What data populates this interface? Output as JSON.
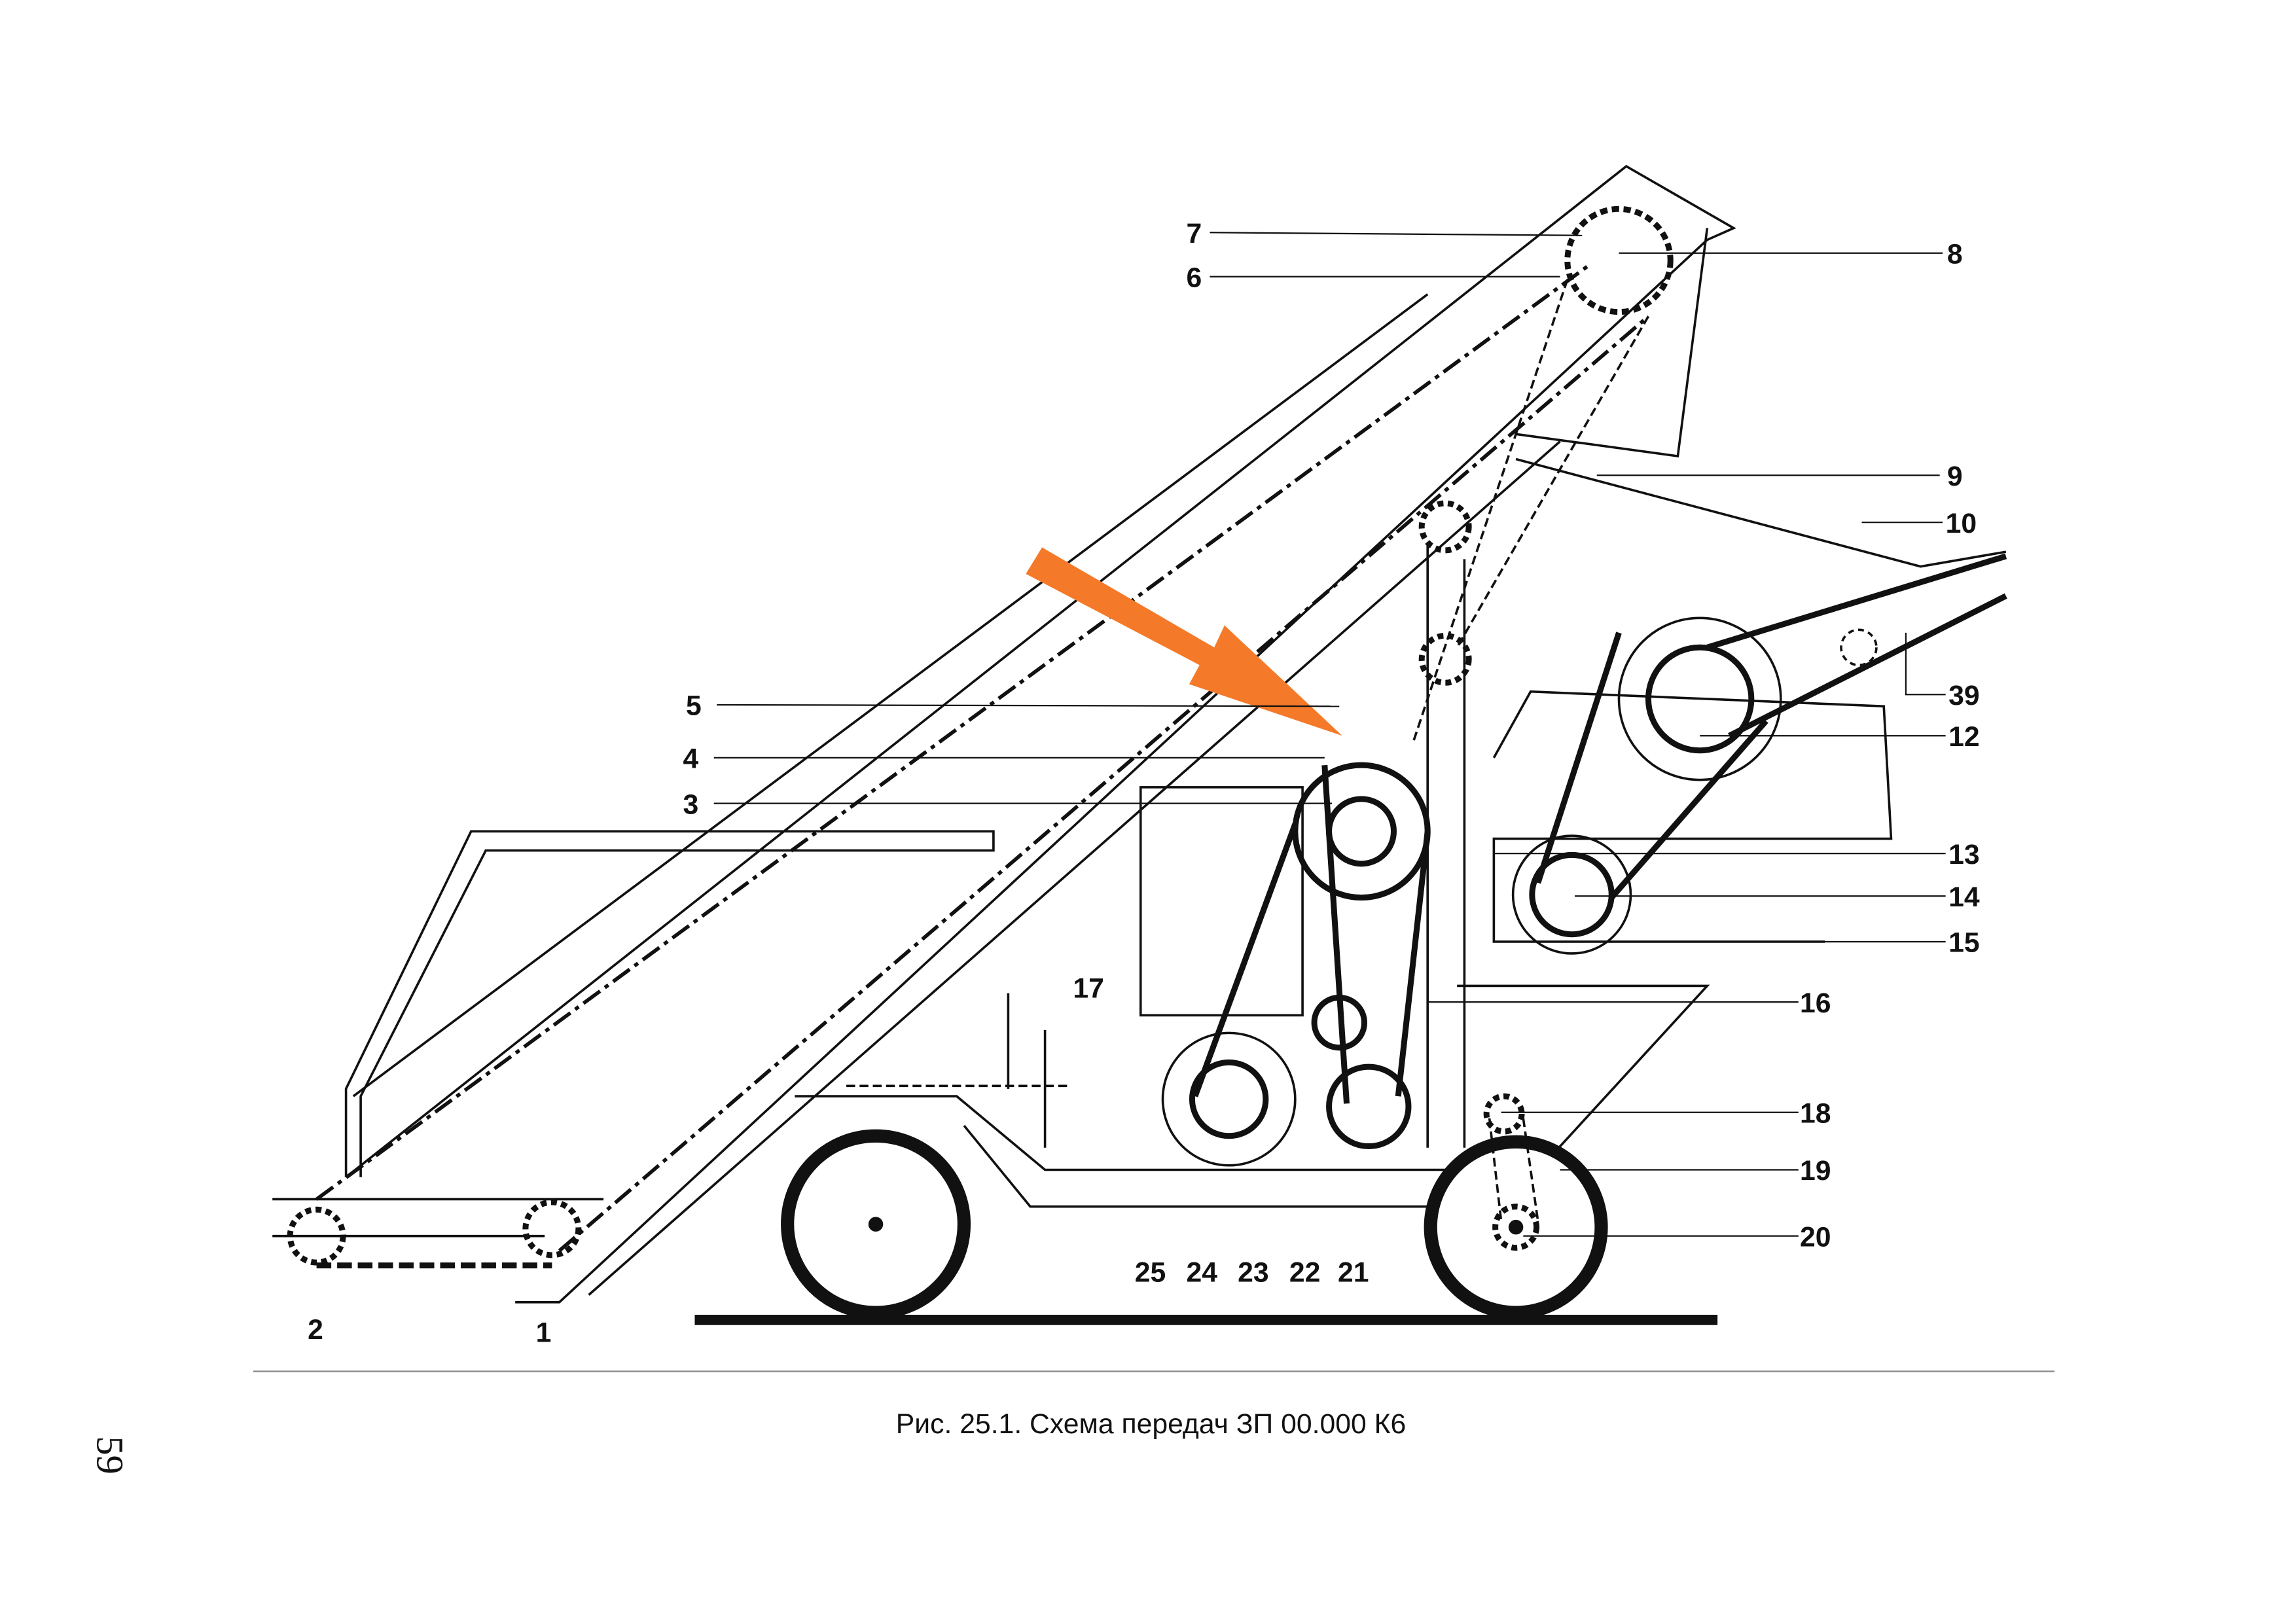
{
  "figure": {
    "caption": "Рис. 25.1. Схема передач ЗП 00.000 К6",
    "page_number": "59",
    "labels": {
      "l1": "1",
      "l2": "2",
      "l3": "3",
      "l4": "4",
      "l5": "5",
      "l6": "6",
      "l7": "7",
      "l8": "8",
      "l9": "9",
      "l10": "10",
      "l12": "12",
      "l13": "13",
      "l14": "14",
      "l15": "15",
      "l16": "16",
      "l17": "17",
      "l18": "18",
      "l19": "19",
      "l20": "20",
      "l21": "21",
      "l22": "22",
      "l23": "23",
      "l24": "24",
      "l25": "25",
      "l39": "39"
    },
    "highlight_color": "#f47a2a"
  }
}
